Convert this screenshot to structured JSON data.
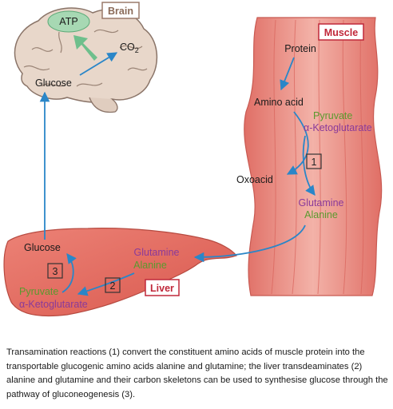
{
  "organs": {
    "brain": {
      "title": "Brain",
      "atp": "ATP",
      "co2": "CO",
      "co2_sub": "2",
      "glucose": "Glucose"
    },
    "muscle": {
      "title": "Muscle",
      "protein": "Protein",
      "amino_acid": "Amino acid",
      "pyruvate": "Pyruvate",
      "ketoglutarate": "α-Ketoglutarate",
      "oxoacid": "Oxoacid",
      "step": "1",
      "glutamine": "Glutamine",
      "alanine": "Alanine"
    },
    "liver": {
      "title": "Liver",
      "glucose": "Glucose",
      "step3": "3",
      "pyruvate": "Pyruvate",
      "ketoglutarate": "α-Ketoglutarate",
      "step2": "2",
      "glutamine": "Glutamine",
      "alanine": "Alanine"
    }
  },
  "caption": "Transamination reactions (1) convert the constituent amino acids of muscle protein into the transportable glucogenic amino acids alanine and glutamine; the liver transdeaminates (2) alanine and glutamine and their carbon skeletons can be used to synthesise glucose through the pathway of gluconeogenesis (3).",
  "colors": {
    "arrow": "#2a86c8",
    "green_label": "#5a9a2e",
    "purple_label": "#8a3a9a",
    "title_red": "#c0283a",
    "title_brown": "#8a6a58",
    "muscle_fill": "#e98a80",
    "liver_fill": "#e06a60",
    "brain_fill": "#e6d6c8",
    "atp_fill": "#a6d6b0",
    "atp_arrow": "#6abf8a"
  }
}
